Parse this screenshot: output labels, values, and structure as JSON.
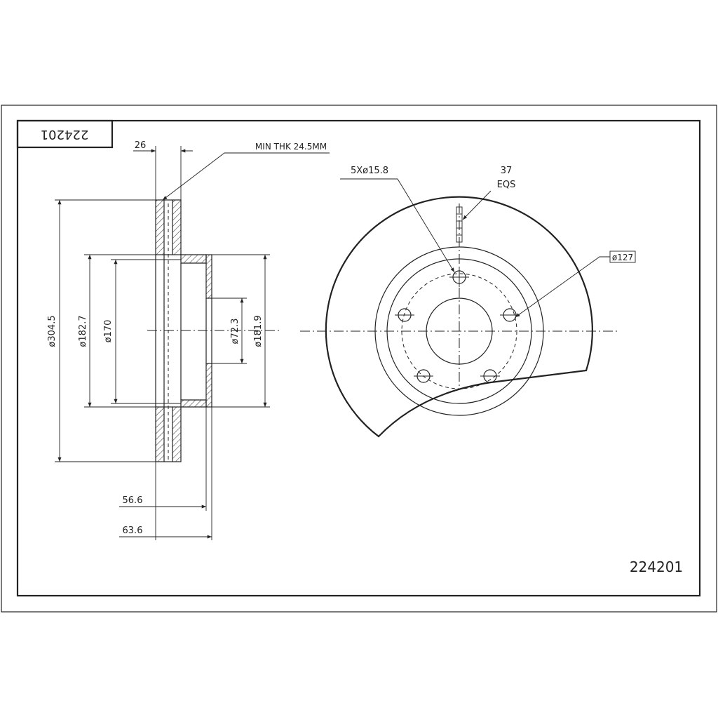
{
  "drawing": {
    "part_number": "224201",
    "part_number_rotated": "224201",
    "min_thickness_note": "MIN THK 24.5MM",
    "dim_thickness": "26",
    "dim_outer_diameter": "ø304.5",
    "dim_hat_outer": "ø182.7",
    "dim_hat_inner": "ø170",
    "dim_center_bore": "ø72.3",
    "dim_hub_flange": "ø181.9",
    "dim_offset_a": "56.6",
    "dim_offset_b": "63.6",
    "bolt_holes": "5Xø15.8",
    "vent_count": "37",
    "vent_eqs": "EQS",
    "bolt_circle": "ø127"
  }
}
